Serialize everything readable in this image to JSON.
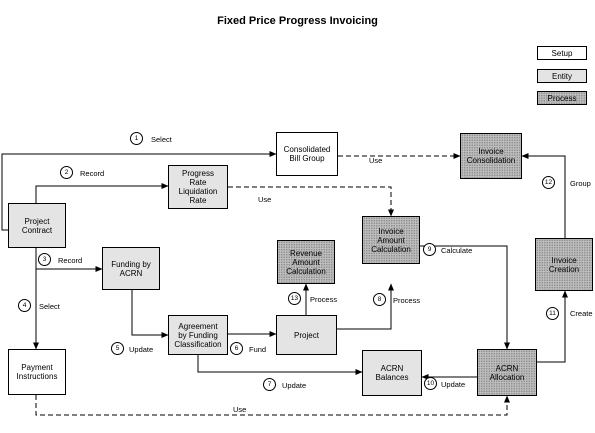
{
  "title": "Fixed Price Progress Invoicing",
  "legend": {
    "setup": "Setup",
    "entity": "Entity",
    "process": "Process"
  },
  "nodes": {
    "project_contract": "Project\nContract",
    "consolidated_bill_group": "Consolidated\nBill Group",
    "invoice_consolidation": "Invoice\nConsolidation",
    "progress_rate": "Progress\nRate\nLiquidation\nRate",
    "invoice_amount_calc": "Invoice\nAmount\nCalculation",
    "revenue_amount_calc": "Revenue\nAmount\nCalculation",
    "funding_by_acrn": "Funding by\nACRN",
    "invoice_creation": "Invoice\nCreation",
    "agreement": "Agreement\nby Funding\nClassification",
    "project": "Project",
    "payment_instructions": "Payment\nInstructions",
    "acrn_balances": "ACRN\nBalances",
    "acrn_allocation": "ACRN\nAllocation"
  },
  "steps": [
    {
      "num": "1",
      "label": "Select"
    },
    {
      "num": "2",
      "label": "Record"
    },
    {
      "num": "3",
      "label": "Record"
    },
    {
      "num": "4",
      "label": "Select"
    },
    {
      "num": "5",
      "label": "Update"
    },
    {
      "num": "6",
      "label": "Fund"
    },
    {
      "num": "7",
      "label": "Update"
    },
    {
      "num": "8",
      "label": "Process"
    },
    {
      "num": "9",
      "label": "Calculate"
    },
    {
      "num": "10",
      "label": "Update"
    },
    {
      "num": "11",
      "label": "Create"
    },
    {
      "num": "12",
      "label": "Group"
    },
    {
      "num": "13",
      "label": "Process"
    }
  ],
  "use_labels": {
    "use_consolidation": "Use",
    "use_progress": "Use",
    "use_payment": "Use"
  }
}
